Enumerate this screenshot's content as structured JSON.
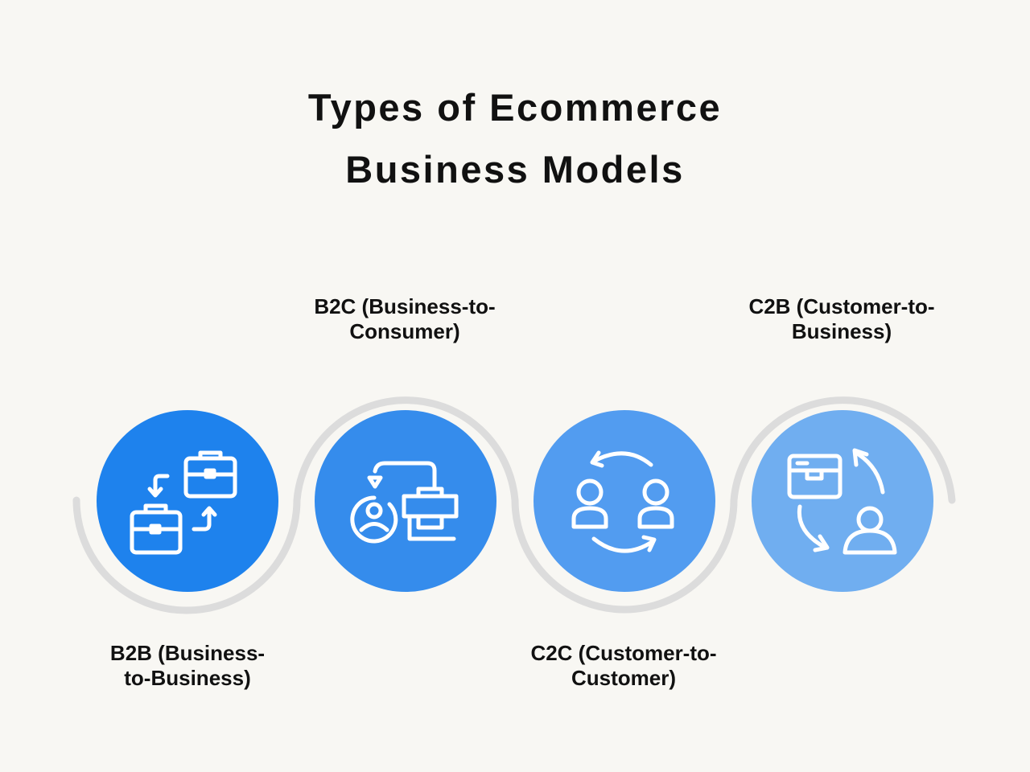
{
  "title": {
    "line1": "Types of Ecommerce",
    "line2": "Business Models"
  },
  "models": [
    {
      "line1": "B2B (Business-",
      "line2": "to-Business)",
      "color": "#1e82ed",
      "icon": "briefcase-exchange-icon"
    },
    {
      "line1": "B2C (Business-to-",
      "line2": "Consumer)",
      "color": "#358cec",
      "icon": "business-to-person-icon"
    },
    {
      "line1": "C2C (Customer-to-",
      "line2": "Customer)",
      "color": "#529cf0",
      "icon": "people-exchange-icon"
    },
    {
      "line1": "C2B (Customer-to-",
      "line2": "Business)",
      "color": "#70aef0",
      "icon": "person-to-business-icon"
    }
  ],
  "path_color": "#dcdcdc"
}
